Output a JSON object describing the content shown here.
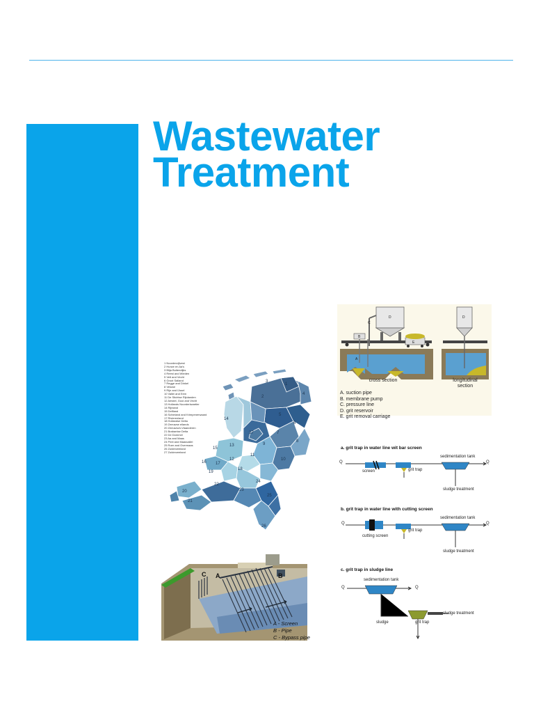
{
  "title": {
    "line1": "Wastewater",
    "line2": "Treatment"
  },
  "map": {
    "legend": [
      "1  Noorderzijlvest",
      "2  Hunze en Aa's",
      "3  Blija Buitendijks",
      "4  Reest and Wieden",
      "5  Velt and Vecht",
      "6  Groot Salland",
      "7  Regge and Dinkel",
      "8  Veluwe",
      "9  Rijn and IJssel",
      "10  Vallei and Eem",
      "11  De Stichtse Rijnlanden",
      "12  Amstel, Gooi and Vecht",
      "13  Hollands Noorderkwartier",
      "14  Rijnland",
      "15  Delfland",
      "16  Schieland and Krimpenerwaard",
      "17  Rivierenland",
      "18  Hollandse Delta",
      "19  Zeeuwse eilands",
      "20  Zeeuwsch-Vlaanderen",
      "21  Brabantse Delta",
      "22  De Dommel",
      "23  Aa and Maas",
      "24  Peel and Maasvallei",
      "25  Roer and Overmaas",
      "26  Zuiderzeeland",
      "27  Zuiderzeeland"
    ],
    "regions": [
      "1",
      "2",
      "3",
      "4",
      "5",
      "6",
      "7",
      "8",
      "9",
      "10",
      "11",
      "12",
      "13",
      "14",
      "15",
      "16",
      "17",
      "18",
      "19",
      "20",
      "21",
      "22",
      "23",
      "24",
      "25",
      "26",
      "27"
    ]
  },
  "screen_illustration": {
    "callouts": {
      "a": "A",
      "b": "B",
      "c": "C"
    },
    "key": [
      "A - Screen",
      "B - Pipe",
      "C - Bypass pipe"
    ]
  },
  "grit_chamber": {
    "callouts": {
      "a": "A",
      "b": "B",
      "c": "C",
      "d": "D",
      "e": "E"
    },
    "cross_section": "cross section",
    "longitudinal_line1": "longitudinal",
    "longitudinal_line2": "section",
    "items": [
      "A. suction pipe",
      "B. membrane pump",
      "C. pressure line",
      "D. grit reservoir",
      "E. grit removal carriage"
    ]
  },
  "schematic_a": {
    "title": "a. grit trap in water line wit bar screen",
    "q_in": "Q",
    "q_out": "Q",
    "sedimentation": "sedimentation tank",
    "screen": "screen",
    "grit_trap": "grit trap",
    "sludge": "sludge treatment"
  },
  "schematic_b": {
    "title": "b. grit trap in water line with cutting screen",
    "q_in": "Q",
    "q_out": "Q",
    "sedimentation": "sedimentation tank",
    "screen": "cutting screen",
    "grit_trap": "grit trap",
    "sludge": "sludge treatment"
  },
  "schematic_c": {
    "title": "c. grit trap in sludge line",
    "q_in": "Q",
    "q_out": "Q",
    "sedimentation": "sedimentation tank",
    "sludge_label": "sludge",
    "grit_trap": "grit trap",
    "sludge": "sludge treatment"
  },
  "colors": {
    "accent": "#0aa4ea",
    "water": "#2f86c6",
    "panel": "#fbf8ea",
    "grit": "#c8b82a"
  }
}
